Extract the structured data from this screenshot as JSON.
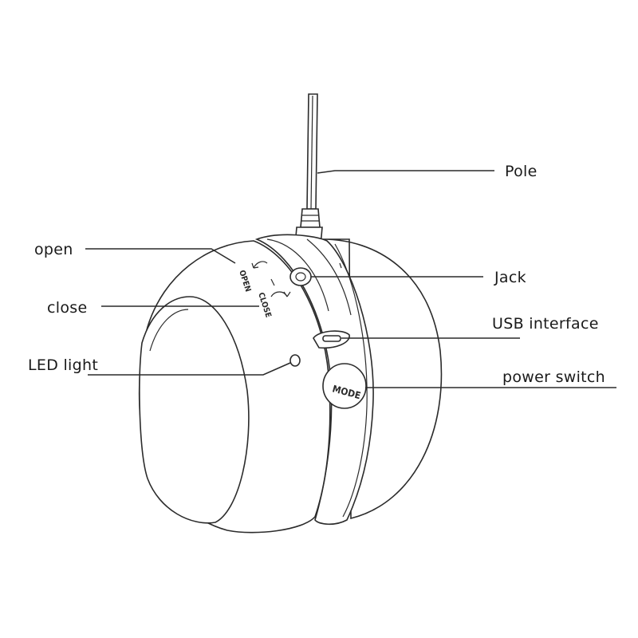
{
  "labels": {
    "pole": "Pole",
    "jack": "Jack",
    "usb": "USB interface",
    "power": "power switch",
    "open": "open",
    "close": "close",
    "led": "LED light"
  },
  "engravings": {
    "open": "OPEN",
    "close": "CLOSE",
    "mode": "MODE"
  },
  "colors": {
    "line": "#2b2b2b",
    "background": "#ffffff"
  }
}
